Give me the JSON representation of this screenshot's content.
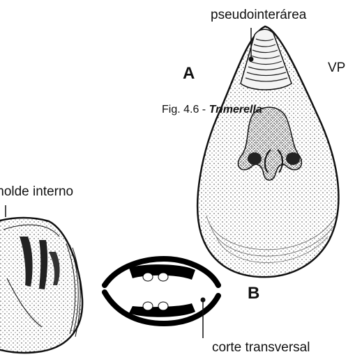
{
  "labels": {
    "pseudointerarea": "pseudointerárea",
    "panel_a": "A",
    "vp": "VP",
    "molde_interno": "molde interno",
    "panel_b": "B",
    "corte_transversal": "corte transversal"
  },
  "caption": {
    "prefix": "Fig. 4.6 - ",
    "genus": "Trimerella"
  }
}
